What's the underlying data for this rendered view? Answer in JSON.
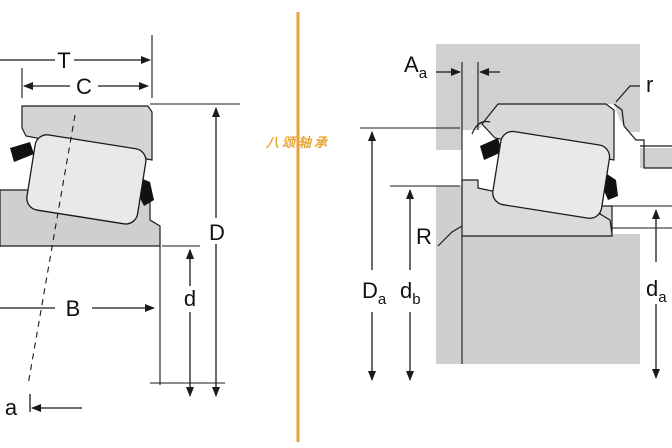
{
  "colors": {
    "background": "#ffffff",
    "divider": "#e6a23c",
    "housing_gray": "#d0d0d0",
    "shaft_gray": "#cfcfcf",
    "ring_gray": "#d4d4d4",
    "roller_fill": "#e9e9e9",
    "line": "#1a1a1a",
    "cage_black": "#111111",
    "watermark": "#e8a83a"
  },
  "watermark": {
    "text": "八颂轴承"
  },
  "left_diagram": {
    "labels": {
      "T": "T",
      "C": "C",
      "D": "D",
      "B": "B",
      "d": "d",
      "a": "a"
    }
  },
  "right_diagram": {
    "labels": {
      "A": "A",
      "A_sub": "a",
      "r": "r",
      "R": "R",
      "D": "D",
      "D_sub": "a",
      "d": "d",
      "d_sub": "b",
      "d2": "d",
      "d2_sub": "a"
    }
  }
}
